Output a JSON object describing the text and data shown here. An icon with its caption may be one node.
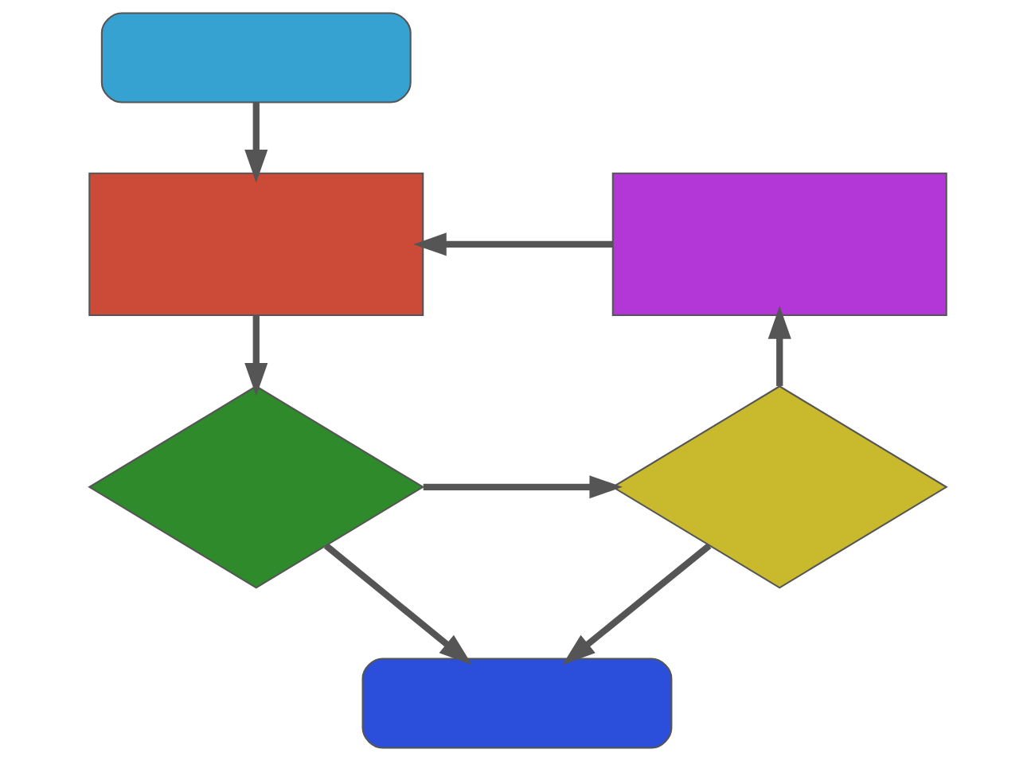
{
  "diagram": {
    "nodes": [
      {
        "text": [],
        "shape": "pill"
      },
      {
        "text": [],
        "shape": "box"
      },
      {
        "text": [],
        "shape": "box"
      },
      {
        "text": [],
        "shape": "diamond"
      },
      {
        "text": [],
        "shape": "diamond"
      },
      {
        "text": [],
        "shape": "pill"
      }
    ],
    "edges": [
      {
        "from": 0,
        "to": 1,
        "arrow": "to"
      },
      {
        "from": 2,
        "to": 1,
        "arrow": "to"
      },
      {
        "from": 1,
        "to": 3,
        "arrow": "to"
      },
      {
        "from": 3,
        "to": 4,
        "arrow": "to"
      },
      {
        "from": 4,
        "to": 2,
        "arrow": "to"
      },
      {
        "from": 4,
        "to": 5,
        "arrow": "to"
      },
      {
        "from": 3,
        "to": 5,
        "arrow": "to"
      }
    ]
  }
}
